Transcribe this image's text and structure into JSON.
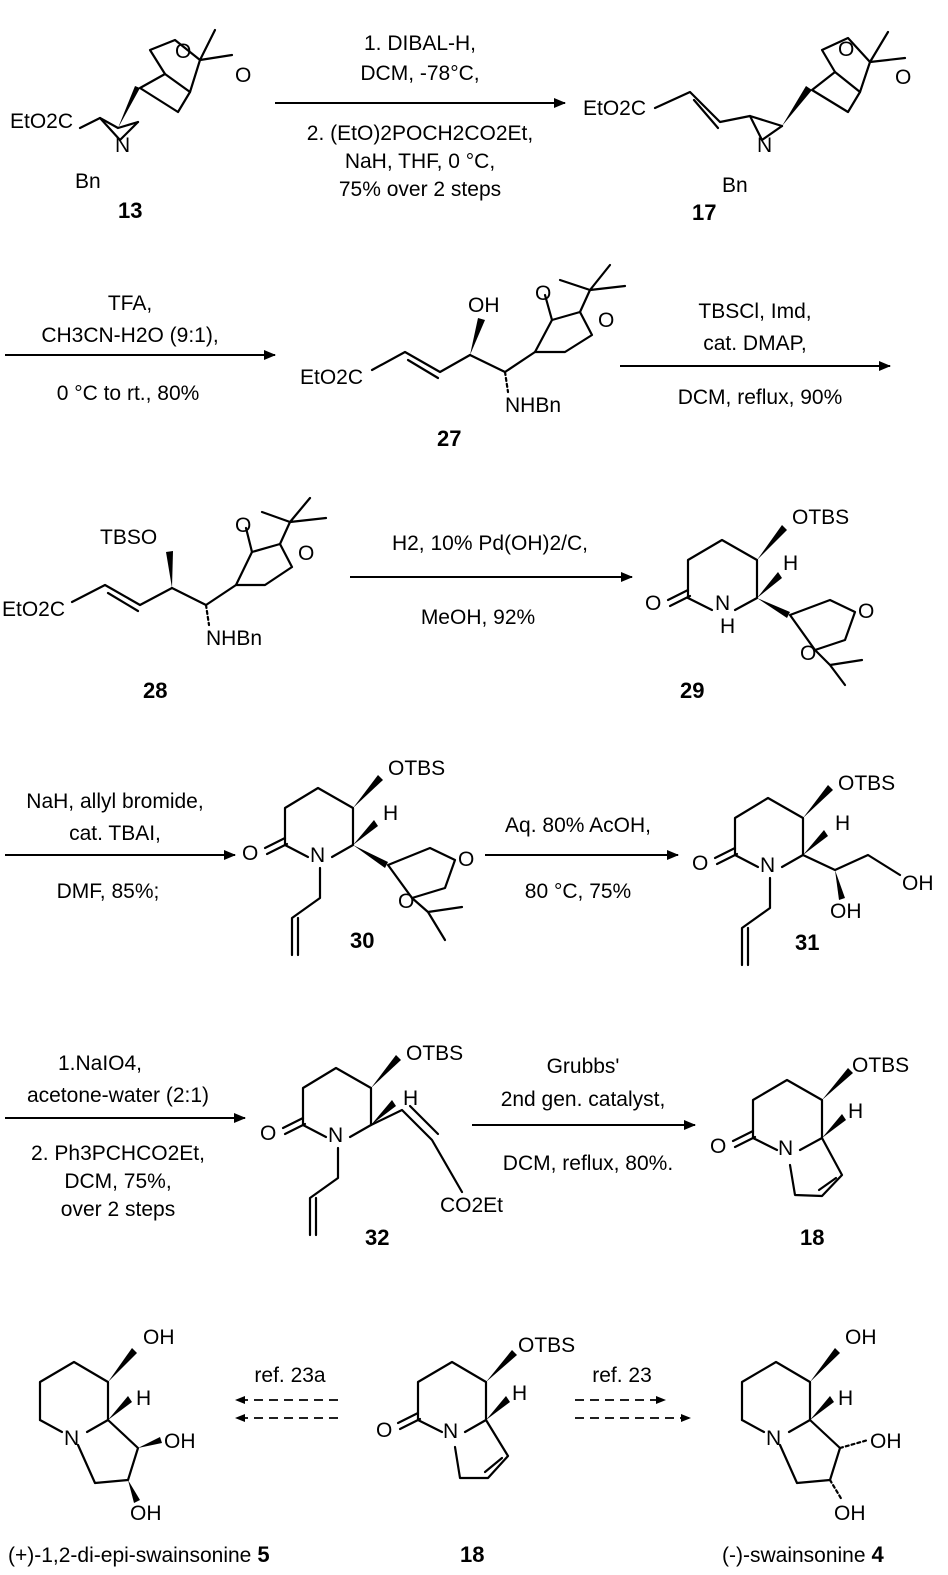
{
  "compounds": {
    "c13": {
      "number": "13",
      "groups": [
        "EtO2C",
        "N",
        "Bn",
        "O",
        "O"
      ]
    },
    "c17": {
      "number": "17",
      "groups": [
        "EtO2C",
        "N",
        "Bn",
        "O",
        "O"
      ]
    },
    "c27": {
      "number": "27",
      "groups": [
        "EtO2C",
        "OH",
        "NHBn",
        "O",
        "O"
      ]
    },
    "c28": {
      "number": "28",
      "groups": [
        "EtO2C",
        "TBSO",
        "NHBn",
        "O",
        "O"
      ]
    },
    "c29": {
      "number": "29",
      "groups": [
        "OTBS",
        "H",
        "O",
        "N",
        "H",
        "O",
        "O"
      ]
    },
    "c30": {
      "number": "30",
      "groups": [
        "OTBS",
        "H",
        "O",
        "N",
        "O",
        "O"
      ]
    },
    "c31": {
      "number": "31",
      "groups": [
        "OTBS",
        "H",
        "O",
        "N",
        "OH",
        "OH"
      ]
    },
    "c32": {
      "number": "32",
      "groups": [
        "OTBS",
        "H",
        "O",
        "N",
        "CO2Et"
      ]
    },
    "c18a": {
      "number": "18",
      "groups": [
        "OTBS",
        "H",
        "O",
        "N"
      ]
    },
    "c18b": {
      "number": "18",
      "groups": [
        "OTBS",
        "H",
        "O",
        "N"
      ]
    },
    "c5": {
      "name": "(+)-1,2-di-epi-swainsonine",
      "number": "5",
      "groups": [
        "OH",
        "H",
        "N",
        "OH",
        "OH"
      ]
    },
    "c4": {
      "name": "(-)-swainsonine",
      "number": "4",
      "groups": [
        "OH",
        "H",
        "N",
        "OH",
        "OH"
      ]
    }
  },
  "steps": {
    "s1": {
      "above": [
        "1. DIBAL-H,",
        "DCM, -78°C,"
      ],
      "below": [
        "2. (EtO)2POCH2CO2Et,",
        "NaH, THF, 0 °C,",
        "75% over 2 steps"
      ]
    },
    "s2": {
      "above": [
        "TFA,",
        "CH3CN-H2O (9:1),"
      ],
      "below": [
        "0 °C  to rt., 80%"
      ]
    },
    "s3": {
      "above": [
        "TBSCl, Imd,",
        "cat. DMAP,"
      ],
      "below": [
        "DCM, reflux, 90%"
      ]
    },
    "s4": {
      "above": [
        "H2, 10% Pd(OH)2/C,"
      ],
      "below": [
        "MeOH, 92%"
      ]
    },
    "s5": {
      "above": [
        "NaH, allyl bromide,",
        "cat. TBAI,"
      ],
      "below": [
        "DMF, 85%;"
      ]
    },
    "s6": {
      "above": [
        "Aq. 80% AcOH,"
      ],
      "below": [
        "80 °C, 75%"
      ]
    },
    "s7": {
      "above": [
        "1.NaIO4,",
        "acetone-water (2:1)"
      ],
      "below": [
        "2. Ph3PCHCO2Et,",
        "DCM, 75%,",
        "over 2 steps"
      ]
    },
    "s8": {
      "above": [
        "Grubbs'",
        "2nd gen. catalyst,"
      ],
      "below": [
        "DCM, reflux, 80%."
      ]
    },
    "s9": {
      "label": "ref. 23a"
    },
    "s10": {
      "label": "ref. 23"
    }
  }
}
